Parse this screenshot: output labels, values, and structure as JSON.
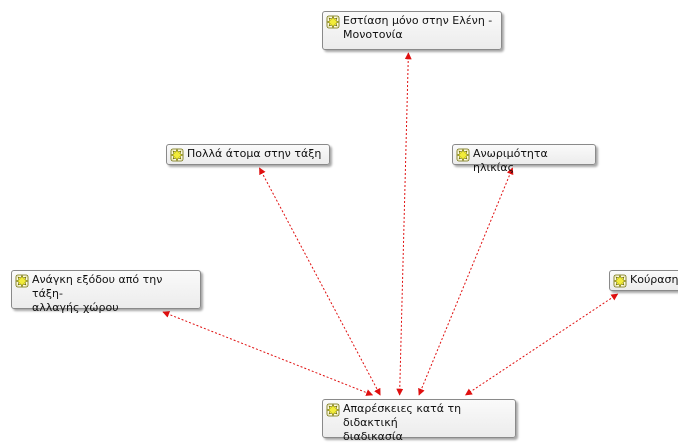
{
  "diagram": {
    "colors": {
      "link": "#e01010",
      "icon_fill": "#f2ec3a",
      "icon_stroke": "#6b6b00"
    },
    "nodes": [
      {
        "id": "n_focus",
        "label": "Εστίαση μόνο στην Ελένη -\nΜονοτονία",
        "icon": "code-icon"
      },
      {
        "id": "n_many",
        "label": "Πολλά άτομα στην τάξη",
        "icon": "code-icon"
      },
      {
        "id": "n_age",
        "label": "Ανωριμότητα ηλικίας",
        "icon": "code-icon"
      },
      {
        "id": "n_exit",
        "label": "Ανάγκη εξόδου από την τάξη-\nαλλαγής χώρου",
        "icon": "code-icon"
      },
      {
        "id": "n_tired",
        "label": "Κούραση",
        "icon": "code-icon"
      },
      {
        "id": "n_core",
        "label": "Απαρέσκειες κατά τη  διδακτική\nδιαδικασία",
        "icon": "code-icon"
      }
    ],
    "links": [
      {
        "from": "n_focus",
        "to": "n_core",
        "bidirectional": true
      },
      {
        "from": "n_many",
        "to": "n_core",
        "bidirectional": true
      },
      {
        "from": "n_age",
        "to": "n_core",
        "bidirectional": true
      },
      {
        "from": "n_exit",
        "to": "n_core",
        "bidirectional": true
      },
      {
        "from": "n_tired",
        "to": "n_core",
        "bidirectional": true
      }
    ]
  }
}
